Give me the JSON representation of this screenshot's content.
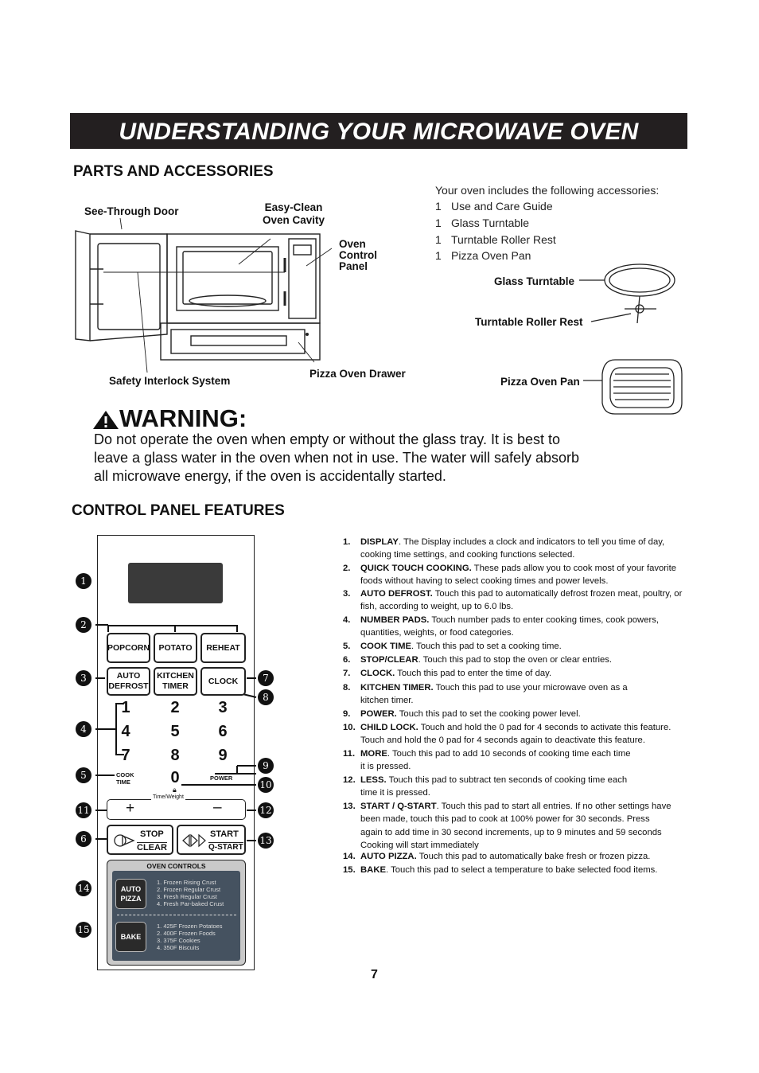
{
  "title": "UNDERSTANDING YOUR MICROWAVE OVEN",
  "parts": {
    "heading": "PARTS AND ACCESSORIES",
    "labels": {
      "see_through_door": "See-Through Door",
      "easy_clean": "Easy-Clean\nOven Cavity",
      "oven_control_panel": "Oven\nControl\nPanel",
      "safety_interlock": "Safety Interlock System",
      "pizza_drawer": "Pizza Oven Drawer",
      "glass_turntable": "Glass Turntable",
      "roller_rest": "Turntable Roller Rest",
      "pizza_pan": "Pizza Oven Pan"
    },
    "accessories_intro": "Your oven includes the following accessories:",
    "accessories": [
      {
        "qty": "1",
        "name": "Use and Care Guide"
      },
      {
        "qty": "1",
        "name": "Glass Turntable"
      },
      {
        "qty": "1",
        "name": "Turntable Roller Rest"
      },
      {
        "qty": "1",
        "name": "Pizza Oven Pan"
      }
    ]
  },
  "warning": {
    "title": "WARNING:",
    "lines": [
      "Do not operate the oven when empty or without the glass tray. It is best to",
      "leave a glass water in the oven when not in use. The water will safely absorb",
      "all microwave energy, if the oven is accidentally started."
    ]
  },
  "control": {
    "heading": "CONTROL PANEL FEATURES",
    "pads": {
      "popcorn": "POPCORN",
      "potato": "POTATO",
      "reheat": "REHEAT",
      "auto_defrost": "AUTO\nDEFROST",
      "kitchen_timer": "KITCHEN\nTIMER",
      "clock": "CLOCK",
      "cook_time": "COOK\nTIME",
      "power": "POWER",
      "time_weight": "Time/Weight",
      "plus": "+",
      "minus": "–",
      "stop": "STOP",
      "clear": "CLEAR",
      "start": "START",
      "qstart": "Q-START",
      "oven_controls": "OVEN CONTROLS",
      "auto_pizza": "AUTO\nPIZZA",
      "bake": "BAKE"
    },
    "digits": [
      "1",
      "2",
      "3",
      "4",
      "5",
      "6",
      "7",
      "8",
      "9",
      "0"
    ],
    "pizza_list": [
      "1. Frozen Rising Crust",
      "2. Frozen Regular Crust",
      "3. Fresh Regular Crust",
      "4. Fresh Par-baked Crust"
    ],
    "bake_list": [
      "1. 425F Frozen Potatoes",
      "2. 400F Frozen Foods",
      "3. 375F Cookies",
      "4. 350F Biscuits"
    ],
    "callouts": [
      "1",
      "2",
      "3",
      "4",
      "5",
      "6",
      "7",
      "8",
      "9",
      "10",
      "11",
      "12",
      "13",
      "14",
      "15"
    ],
    "features": [
      {
        "num": "1.",
        "name": "DISPLAY",
        "text": ". The Display includes a clock and indicators to tell you time of day, cooking time settings, and cooking functions selected."
      },
      {
        "num": "2.",
        "name": "QUICK TOUCH COOKING.",
        "text": " These pads allow you to cook most of your favorite foods without having to select cooking times and power levels."
      },
      {
        "num": "3.",
        "name": "AUTO DEFROST.",
        "text": " Touch this pad to automatically defrost frozen meat, poultry, or fish, according to weight, up to 6.0 lbs."
      },
      {
        "num": "4.",
        "name": "NUMBER PADS.",
        "text": " Touch number pads to enter cooking times, cook powers, quantities, weights, or food categories."
      },
      {
        "num": "5.",
        "name": "COOK TIME",
        "text": ". Touch this pad to set a cooking time."
      },
      {
        "num": "6.",
        "name": "STOP/CLEAR",
        "text": ". Touch this pad to stop the oven or clear entries."
      },
      {
        "num": "7.",
        "name": "CLOCK.",
        "text": " Touch this pad to enter the time of day."
      },
      {
        "num": "8.",
        "name": "KITCHEN TIMER.",
        "text": " Touch this pad to use your microwave oven as a kitchen timer."
      },
      {
        "num": "9.",
        "name": "POWER.",
        "text": " Touch this pad to set the cooking power level."
      },
      {
        "num": "10.",
        "name": "CHILD LOCK.",
        "text": " Touch and hold the 0 pad for 4 seconds to activate this feature. Touch and hold the 0 pad for 4 seconds again to deactivate this feature."
      },
      {
        "num": "11.",
        "name": "MORE",
        "text": ". Touch this pad to add 10 seconds of cooking time each time it is pressed."
      },
      {
        "num": "12.",
        "name": "LESS.",
        "text": " Touch this pad to subtract ten seconds of cooking time each time it is pressed."
      },
      {
        "num": "13.",
        "name": "START / Q-START",
        "text": ". Touch this pad to start all entries. If no other settings have been made, touch this pad to cook at 100% power for 30 seconds. Press again to add time in 30 second increments, up to 9 minutes and 59 seconds  Cooking will start immediately"
      },
      {
        "num": "14.",
        "name": "AUTO PIZZA.",
        "text": " Touch this pad to automatically bake fresh or frozen pizza."
      },
      {
        "num": "15.",
        "name": "BAKE",
        "text": ". Touch this pad to select a temperature to bake selected food items."
      }
    ]
  },
  "page_number": "7"
}
